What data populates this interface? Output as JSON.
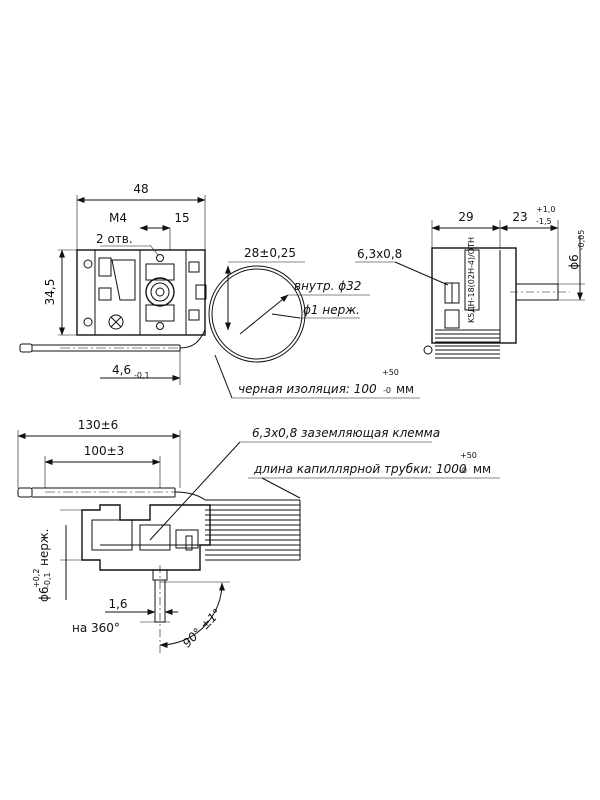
{
  "top_view": {
    "dim_width": "48",
    "dim_thread": "M4",
    "dim_15": "15",
    "dim_holes": "2 отв.",
    "dim_height": "34,5",
    "dim_coil_tol": "28±0,25",
    "dim_inner_diam": "внутр. ϕ32",
    "dim_wire": "ϕ1 нерж.",
    "dim_tube": "4,6",
    "dim_tube_tol": "-0,1",
    "insulation_label": "черная изоляция: 100",
    "insulation_tol_upper": "+50",
    "insulation_tol_lower": "-0",
    "insulation_unit": "мм"
  },
  "side_view": {
    "dim_29": "29",
    "dim_23": "23",
    "dim_23_tol_upper": "+1,0",
    "dim_23_tol_lower": "-1,5",
    "dim_terminal": "6,3x0,8",
    "dim_shaft": "ϕ6",
    "dim_shaft_tol": "-0,05",
    "body_marking": "K5ДН-18(02Н-4)/OTH"
  },
  "front_view": {
    "dim_130": "130±6",
    "dim_100": "100±3",
    "ground_terminal": "6,3x0,8 заземляющая клемма",
    "capillary_label": "длина капиллярной трубки: 1000",
    "capillary_tol_upper": "+50",
    "capillary_tol_lower": "-0",
    "capillary_unit": "мм",
    "dim_shaft_vert": "ϕ6",
    "dim_shaft_vert_tol_upper": "+0,2",
    "dim_shaft_vert_tol_lower": "-0,1",
    "dim_shaft_vert_suffix": "нерж.",
    "dim_16": "1,6",
    "rotation_label": "на 360°",
    "angle_label": "90° ±1°"
  }
}
